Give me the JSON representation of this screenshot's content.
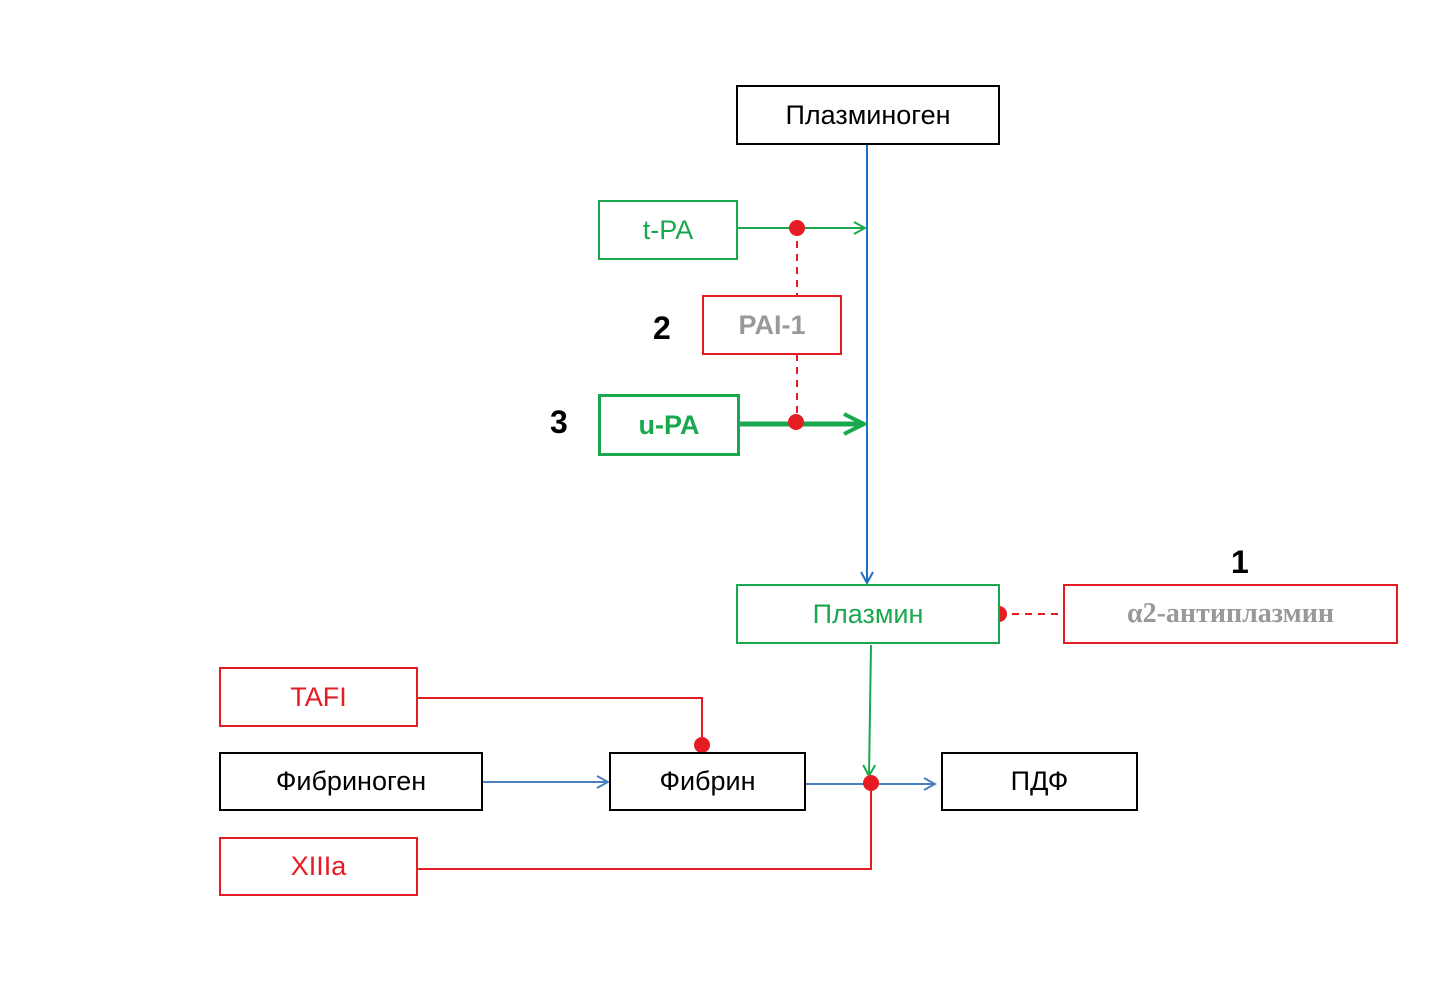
{
  "nodes": {
    "plasminogen": "Плазминоген",
    "tpa": "t-PA",
    "pai1": "PAI-1",
    "upa": "u-PA",
    "plasmin": "Плазмин",
    "antiplasmin": "α2-антиплазмин",
    "tafi": "TAFI",
    "fibrinogen": "Фибриноген",
    "fibrin": "Фибрин",
    "pdf": "ПДФ",
    "xiiia": "XIIIa"
  },
  "markers": {
    "m1": "1",
    "m2": "2",
    "m3": "3"
  },
  "colors": {
    "activation_blue": "#1a6fc4",
    "fibrin_arrow_blue": "#4a7fc0",
    "activator_green": "#1aa84f",
    "inhibitor_red": "#e51c23",
    "inactive_grey": "#999999"
  }
}
